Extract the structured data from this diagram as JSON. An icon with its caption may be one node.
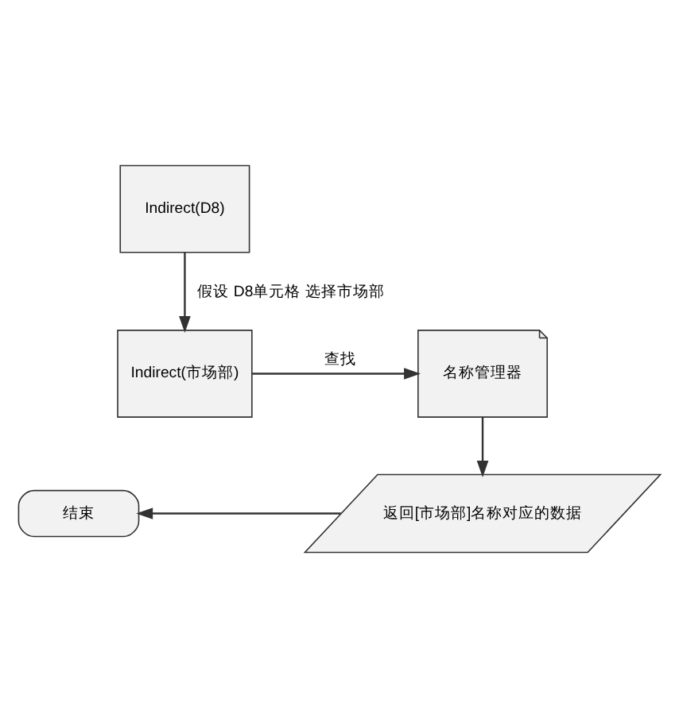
{
  "diagram": {
    "nodes": [
      {
        "text": [
          "Indirect(D8)"
        ]
      },
      {
        "text": [
          "Indirect(市场部)"
        ]
      },
      {
        "text": [
          "名称管理器"
        ]
      },
      {
        "text": [
          "返回[市场部]名称对应的数据"
        ]
      },
      {
        "text": [
          "结束"
        ]
      }
    ],
    "edges": [
      {
        "from": 0,
        "to": 1,
        "arrow": "to",
        "label": "假设 D8单元格 选择市场部"
      },
      {
        "from": 1,
        "to": 2,
        "arrow": "to",
        "label": "查找"
      },
      {
        "from": 2,
        "to": 3,
        "arrow": "to"
      },
      {
        "from": 3,
        "to": 4,
        "arrow": "to"
      }
    ]
  }
}
